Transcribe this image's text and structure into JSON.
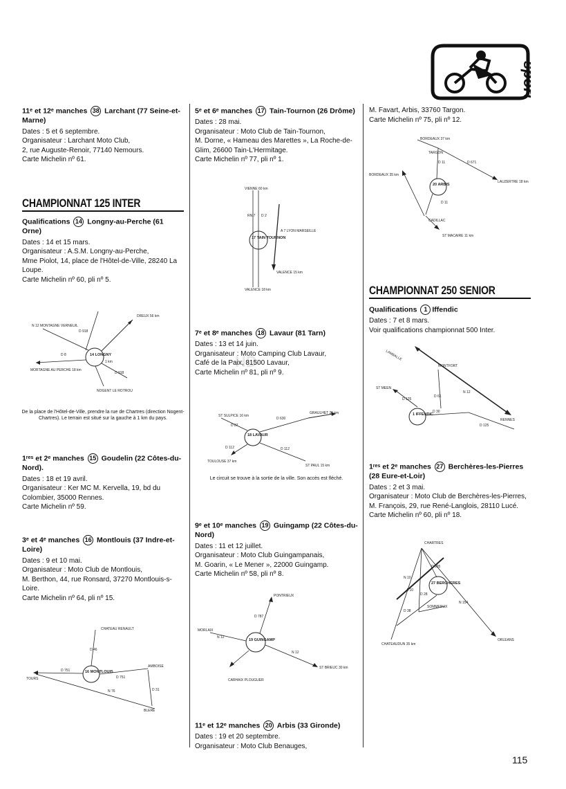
{
  "page_number": "115",
  "logo": {
    "text": "sport"
  },
  "watermark": "HD",
  "sections": {
    "c125": "CHAMPIONNAT 125 INTER",
    "c250": "CHAMPIONNAT 250 SENIOR"
  },
  "events": {
    "larchant": {
      "title_pre": "11ᵉ et 12ᵉ manches",
      "num": "38",
      "title_post": "Larchant (77 Seine-et-Marne)",
      "lines": [
        "Dates : 5 et 6 septembre.",
        "Organisateur : Larchant Moto Club,",
        "2, rue Auguste-Renoir, 77140 Nemours.",
        "Carte Michelin nº 61."
      ]
    },
    "longny": {
      "title_pre": "Qualifications",
      "num": "14",
      "title_post": "Longny-au-Perche (61 Orne)",
      "lines": [
        "Dates : 14 et 15 mars.",
        "Organisateur : A.S.M. Longny-au-Perche,",
        "Mme Piolot, 14, place de l'Hôtel-de-Ville, 28240 La Loupe.",
        "Carte Michelin nº 60, pli nº 5."
      ],
      "caption": "De la place de l'Hôtel-de-Ville, prendre la rue de Chartres (direction Nogent-Chartres). Le terrain est situé sur la gauche à 1 km du pays."
    },
    "goudelin": {
      "title_pre": "1ʳᵉˢ et 2ᵉ manches",
      "num": "15",
      "title_post": "Goudelin (22 Côtes-du-Nord).",
      "lines": [
        "Dates : 18 et 19 avril.",
        "Organisateur : Ker MC M. Kervella, 19, bd du Colombier, 35000 Rennes.",
        "Carte Michelin nº 59."
      ]
    },
    "montlouis": {
      "title_pre": "3ᵉ et 4ᵉ manches",
      "num": "16",
      "title_post": "Montlouis (37 Indre-et-Loire)",
      "lines": [
        "Dates : 9 et 10 mai.",
        "Organisateur : Moto Club de Montlouis,",
        "M. Berthon, 44, rue Ronsard, 37270 Montlouis-s-Loire.",
        "Carte Michelin nº 64, pli nº 15."
      ]
    },
    "tain": {
      "title_pre": "5ᵉ et 6ᵉ manches",
      "num": "17",
      "title_post": "Tain-Tournon (26 Drôme)",
      "lines": [
        "Dates : 28 mai.",
        "Organisateur : Moto Club de Tain-Tournon,",
        "M. Dorne, « Hameau des Marettes », La Roche-de-Glim, 26600 Tain-L'Hermitage.",
        "Carte Michelin nº 77, pli nº 1."
      ]
    },
    "lavaur": {
      "title_pre": "7ᵉ et 8ᵉ manches",
      "num": "18",
      "title_post": "Lavaur (81 Tarn)",
      "lines": [
        "Dates : 13 et 14 juin.",
        "Organisateur : Moto Camping Club Lavaur,",
        "Café de la Paix, 81500 Lavaur,",
        "Carte Michelin nº 81, pli nº 9."
      ],
      "caption": "Le circuit se trouve à la sortie de la ville. Son accès est fléché."
    },
    "guingamp": {
      "title_pre": "9ᵉ et 10ᵉ manches",
      "num": "19",
      "title_post": "Guingamp (22 Côtes-du-Nord)",
      "lines": [
        "Dates : 11 et 12 juillet.",
        "Organisateur : Moto Club Guingampanais,",
        "M. Goarin, « Le Mener », 22000 Guingamp.",
        "Carte Michelin nº 58, pli nº 8."
      ]
    },
    "arbis": {
      "title_pre": "11ᵉ et 12ᵉ manches",
      "num": "20",
      "title_post": "Arbis (33 Gironde)",
      "lines": [
        "Dates : 19 et 20 septembre.",
        "Organisateur : Moto Club Benauges,"
      ],
      "cont": [
        "M. Favart, Arbis, 33760 Targon.",
        "Carte Michelin nº 75, pli nº 12."
      ]
    },
    "iffendic": {
      "title_pre": "Qualifications",
      "num": "1",
      "title_post": "Iffendic",
      "lines": [
        "Dates : 7 et 8 mars.",
        "Voir qualifications championnat 500 Inter."
      ]
    },
    "bercheres": {
      "title_pre": "1ʳᵉˢ et 2ᵉ manches",
      "num": "27",
      "title_post": "Berchères-les-Pierres (28 Eure-et-Loir)",
      "lines": [
        "Dates : 2 et 3 mai.",
        "Organisateur : Moto Club de Berchères-les-Pierres,",
        "M. François, 29, rue René-Langlois, 28110 Lucé.",
        "Carte Michelin nº 60, pli nº 18."
      ]
    }
  },
  "maps": {
    "longny": {
      "center": "14 LONGNY",
      "labels": [
        "N 12 MONTAGNE VERNEUIL",
        "D 918",
        "DREUX 56 km",
        "D 8",
        "MORTAGNE AU PERCHE 18 km",
        "1 km",
        "D 918",
        "NOGENT LE ROTROU"
      ]
    },
    "tain": {
      "center": "17 TAIN TOURNON",
      "labels": [
        "VIENNE 60 km",
        "RN 7",
        "D 2",
        "A 7 LYON MARSEILLE",
        "VALENCE 15 km",
        "VALENCE 18 km"
      ]
    },
    "lavaur": {
      "center": "18 LAVAUR",
      "labels": [
        "ST SULPICE 16 km",
        "D 630",
        "D 87",
        "GRAULHET 21 km",
        "D 112",
        "TOULOUSE 37 km",
        "D 112",
        "ST PAUL 15 km"
      ]
    },
    "guingamp": {
      "center": "19 GUINGAMP",
      "labels": [
        "PONTRIEUX",
        "D 787",
        "MORLAIX",
        "N 12",
        "CARHAIX PLOUGUER",
        "ST BRIEUC 30 km",
        "N 12"
      ]
    },
    "montlouis": {
      "center": "16 MONTLOUIS",
      "labels": [
        "CHATEAU RENAULT",
        "D 46",
        "TOURS",
        "D 751",
        "AMBOISE",
        "D 751",
        "N 76",
        "BLERE",
        "D 31"
      ]
    },
    "arbis": {
      "center": "20 ARBIS",
      "labels": [
        "BORDEAUX 37 km",
        "TARGON",
        "D 11",
        "D 671",
        "BORDEAUX 35 km",
        "LAUZERTRE 18 km",
        "CADILLAC",
        "D 11",
        "ST MACAIRE 11 km"
      ]
    },
    "iffendic": {
      "center": "1 IFFENDIC",
      "labels": [
        "LAMBALLE",
        "MONTFORT",
        "ST MEEN",
        "D 125",
        "N 12",
        "D 30",
        "RENNES",
        "D 125",
        "D 61"
      ]
    },
    "bercheres": {
      "center": "27 BERCHERES",
      "labels": [
        "CHARTRES",
        "N 10",
        "A 10",
        "D 935",
        "D 28",
        "D 38",
        "SOMMERUX",
        "N 154",
        "CHATEAUDUN 35 km",
        "ORLEANS"
      ]
    }
  }
}
